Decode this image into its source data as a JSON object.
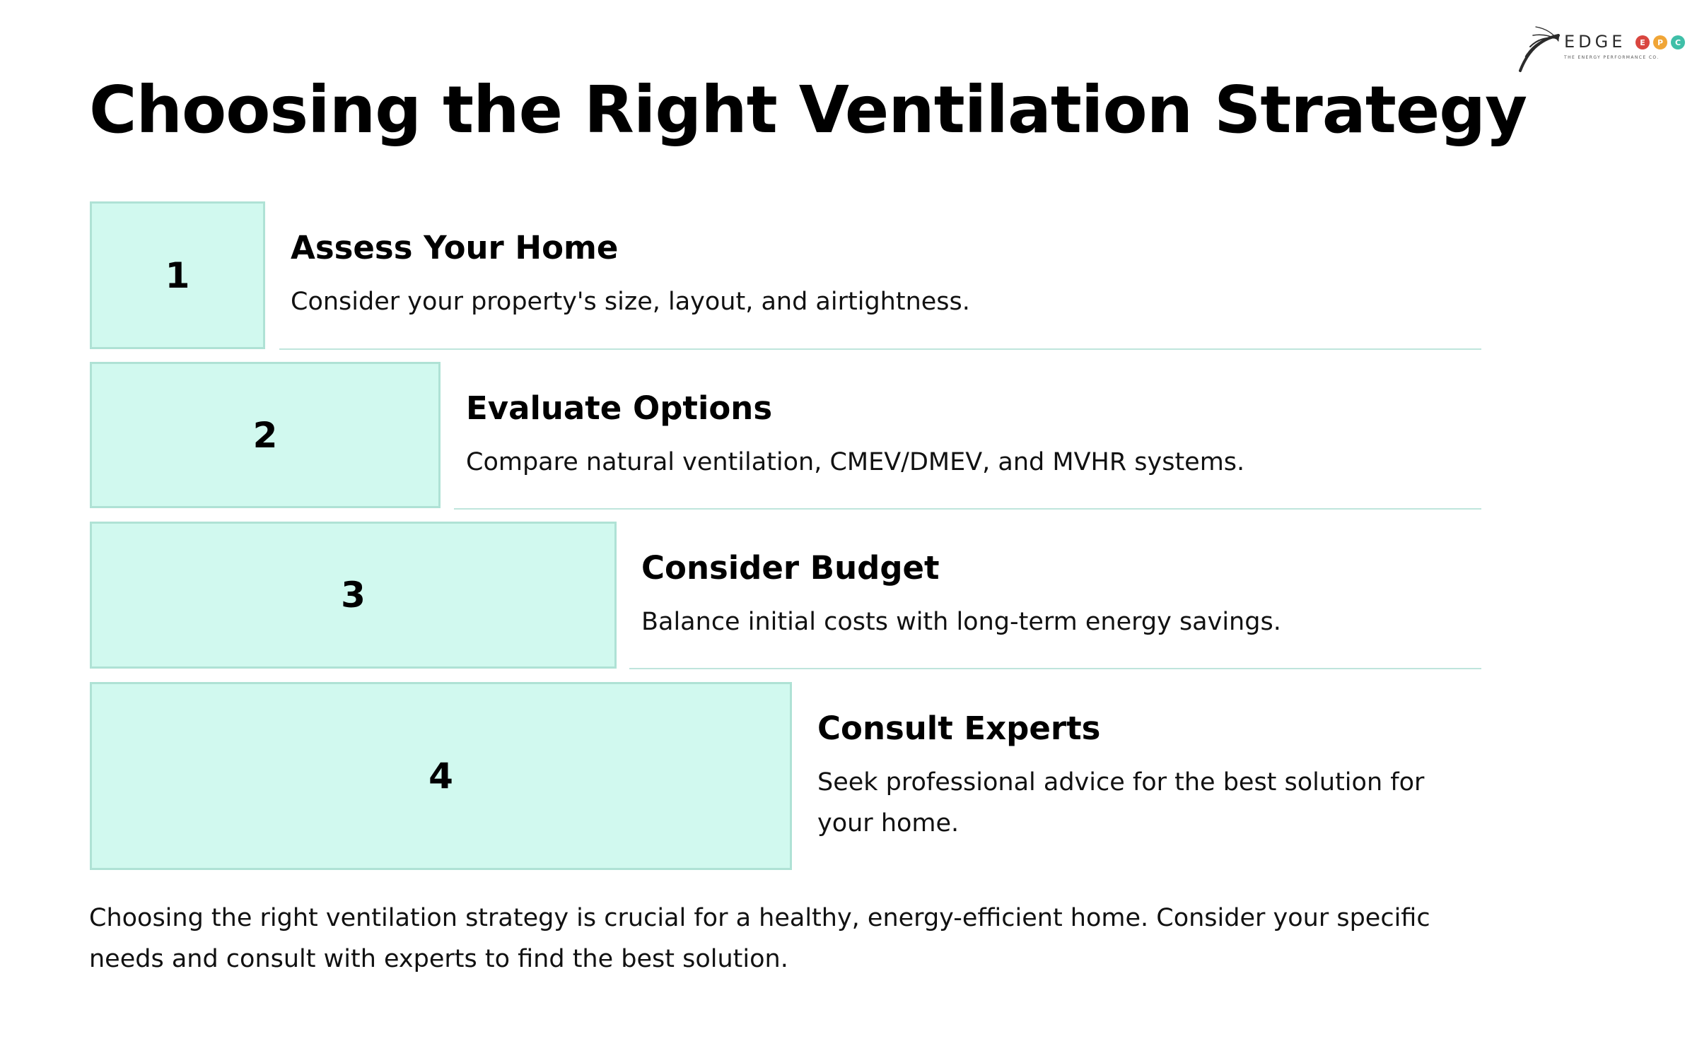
{
  "title": "Choosing the Right Ventilation Strategy",
  "logo": {
    "wordmark": "EDGE",
    "circle_letters": [
      "E",
      "P",
      "C"
    ],
    "circle_colors": [
      "#d9463f",
      "#f0a536",
      "#3fbfa8"
    ],
    "tagline": "THE ENERGY PERFORMANCE CO."
  },
  "colors": {
    "box_fill": "#d1f9ef",
    "box_border": "#afe2d5",
    "divider": "#bfe5dc",
    "text": "#000000"
  },
  "steps": [
    {
      "number": "1",
      "heading": "Assess Your Home",
      "description": "Consider your property's size, layout, and airtightness."
    },
    {
      "number": "2",
      "heading": "Evaluate Options",
      "description": "Compare natural ventilation, CMEV/DMEV, and MVHR systems."
    },
    {
      "number": "3",
      "heading": "Consider Budget",
      "description": "Balance initial costs with long-term energy savings."
    },
    {
      "number": "4",
      "heading": "Consult Experts",
      "description": "Seek professional advice for the best solution for your home."
    }
  ],
  "footer": "Choosing the right ventilation strategy is crucial for a healthy, energy-efficient home. Consider your specific needs and consult with experts to find the best solution."
}
